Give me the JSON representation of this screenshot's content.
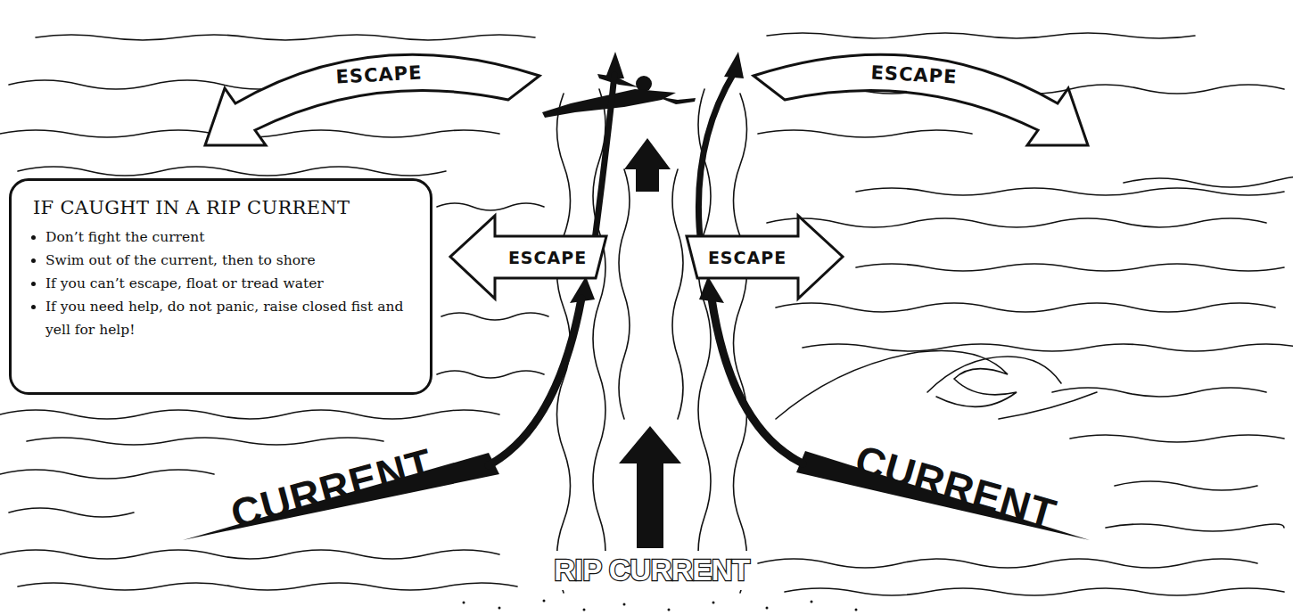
{
  "diagram": {
    "nodes": [
      {
        "text": [
          "ESCAPE"
        ]
      },
      {
        "text": [
          "ESCAPE"
        ]
      },
      {
        "text": [
          "IF CAUGHT IN A RIP CURRENT",
          "Don’t fight the current",
          "Swim out of the current, then to shore",
          "If you can’t escape, float or tread water",
          "If you need help, do not panic, raise closed fist and yell for help!"
        ]
      },
      {
        "text": [
          "ESCAPE"
        ]
      },
      {
        "text": [
          "ESCAPE"
        ]
      }
    ],
    "labels": [
      "CURRENT",
      "CURRENT",
      "RIP CURRENT"
    ]
  }
}
